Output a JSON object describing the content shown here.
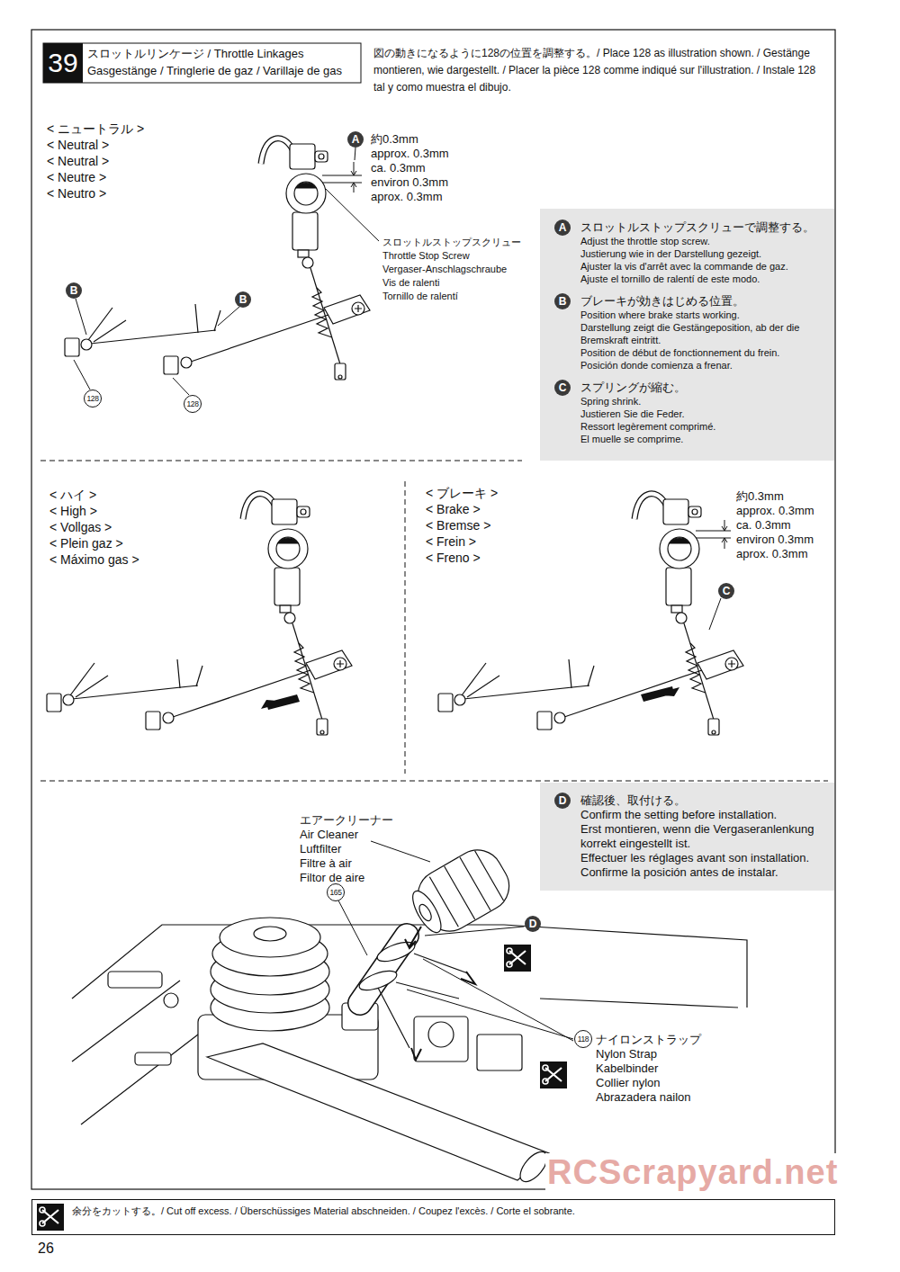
{
  "diagram": {
    "title": "スロットルリンケージ / Throttle Linkages Gasgestänge / Tringlerie de gaz / Varillaje de gas",
    "nodes": [
      {
        "text": [
          "39"
        ]
      },
      {
        "text": [
          "スロットルストップスクリューで調整する。",
          "Adjust the throttle stop screw.",
          "Justierung wie in der Darstellung gezeigt.",
          "Ajuster la vis d'arrêt avec la commande de gaz.",
          "Ajuste el tornillo de ralentí de este modo.",
          "ブレーキが効きはじめる位置。",
          "Position where brake starts working.",
          "Darstellung zeigt die Gestängeposition, ab der die Bremskraft eintritt.",
          "Position de début de fonctionnement du frein.",
          "Posición donde comienza a frenar.",
          "スプリングが縮む。",
          "Spring shrink.",
          "Justieren Sie die Feder.",
          "Ressort legèrement comprimé.",
          "El muelle se comprime."
        ]
      },
      {
        "text": [
          "確認後、取付ける。",
          "Confirm the setting before installation.",
          "Erst montieren, wenn die Vergaseranlenkung korrekt eingestellt ist.",
          "Effectuer les réglages avant son installation.",
          "Confirme la posición antes de instalar."
        ]
      },
      {
        "text": [
          "余分をカットする。/ Cut off excess. / Überschüssiges Material abschneiden. / Coupez l'excès. / Corte el sobrante."
        ]
      }
    ],
    "labels": [
      "図の動きになるように128の位置を調整する。/ Place 128 as illustration shown. / Gestänge montieren, wie dargestellt. / Placer la pièce 128 comme indiqué sur l'illustration. / Instale 128 tal y como muestra el dibujo.",
      "< ニュートラル >",
      "< Neutral >",
      "< Neutral >",
      "< Neutre >",
      "< Neutro >",
      "A",
      "約0.3mm",
      "approx. 0.3mm",
      "ca. 0.3mm",
      "environ 0.3mm",
      "aprox. 0.3mm",
      "スロットルストップスクリュー",
      "Throttle Stop Screw",
      "Vergaser-Anschlagschraube",
      "Vis de ralenti",
      "Tornillo de ralentí",
      "B",
      "B",
      "128",
      "128",
      "< ハイ >",
      "< High >",
      "< Vollgas >",
      "< Plein gaz >",
      "< Máximo gas >",
      "< ブレーキ >",
      "< Brake >",
      "< Bremse >",
      "< Frein >",
      "< Freno >",
      "約0.3mm",
      "approx. 0.3mm",
      "ca. 0.3mm",
      "environ 0.3mm",
      "aprox. 0.3mm",
      "C",
      "エアークリーナー",
      "Air Cleaner",
      "Luftfilter",
      "Filtre à air",
      "Filtor de aire",
      "165",
      "D",
      "118",
      "ナイロンストラップ",
      "Nylon Strap",
      "Kabelbinder",
      "Collier nylon",
      "Abrazadera nailon",
      "26",
      "RCScrapyard.net",
      "A",
      "B",
      "C",
      "D"
    ]
  }
}
